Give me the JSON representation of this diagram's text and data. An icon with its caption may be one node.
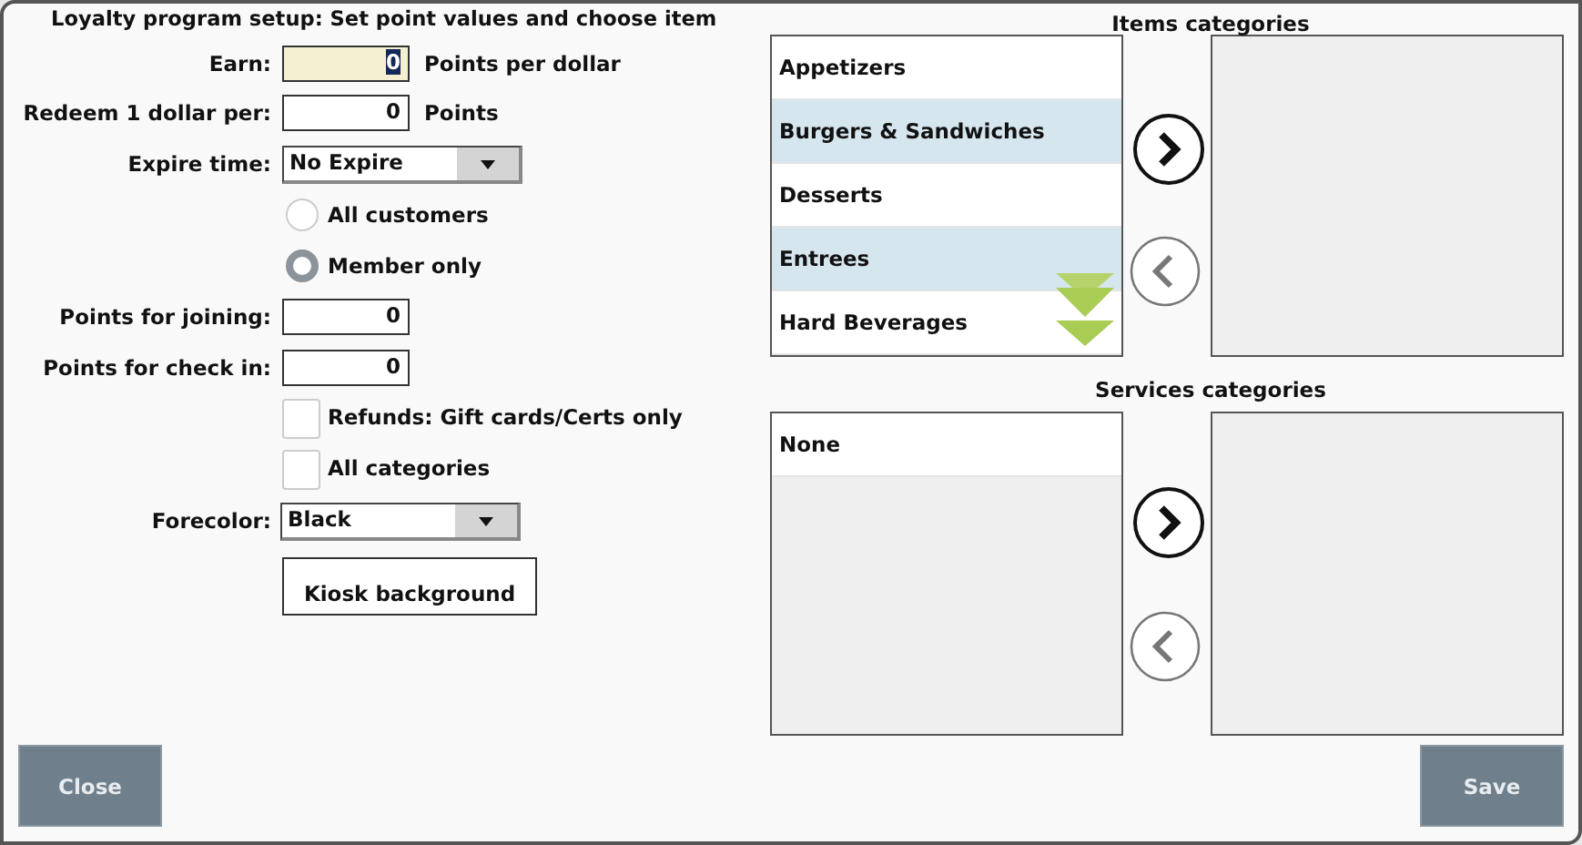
{
  "diagram": {
    "title": "Loyalty program setup: Set point values and choose item",
    "nodes": [
      {
        "text": [
          "0"
        ],
        "beside": [
          "Earn:",
          "Points per dollar"
        ]
      },
      {
        "text": [
          "0"
        ],
        "beside": [
          "Redeem 1 dollar per:",
          "Points"
        ]
      },
      {
        "text": [
          "No Expire"
        ],
        "beside": [
          "Expire time:"
        ]
      },
      {
        "text": [],
        "shape": "circle",
        "beside": [
          "All customers"
        ]
      },
      {
        "text": [],
        "shape": "circle",
        "beside": [
          "Member only"
        ]
      },
      {
        "text": [
          "0"
        ],
        "beside": [
          "Points for joining:"
        ]
      },
      {
        "text": [
          "0"
        ],
        "beside": [
          "Points for check in:"
        ]
      },
      {
        "text": [],
        "shape": "box",
        "beside": [
          "Refunds: Gift cards/Certs only"
        ]
      },
      {
        "text": [],
        "shape": "box",
        "beside": [
          "All categories"
        ]
      },
      {
        "text": [
          "Black"
        ],
        "beside": [
          "Forecolor:"
        ]
      },
      {
        "text": [
          "Kiosk background"
        ]
      },
      {
        "text": [],
        "shape": "box"
      },
      {
        "text": [
          "Appetizers"
        ],
        "in": 11
      },
      {
        "text": [
          "Burgers & Sandwiches"
        ],
        "in": 11
      },
      {
        "text": [
          "Desserts"
        ],
        "in": 11
      },
      {
        "text": [
          "Entrees"
        ],
        "in": 11
      },
      {
        "text": [
          "Hard Beverages"
        ],
        "in": 11
      },
      {
        "text": [],
        "shape": "box"
      },
      {
        "text": [],
        "shape": "box"
      },
      {
        "text": [
          "None"
        ],
        "in": 18
      },
      {
        "text": [],
        "shape": "box"
      },
      {
        "text": [
          "Close"
        ]
      },
      {
        "text": [
          "Save"
        ]
      }
    ],
    "edges": [],
    "labels": [
      "Items categories",
      "Services categories"
    ]
  }
}
